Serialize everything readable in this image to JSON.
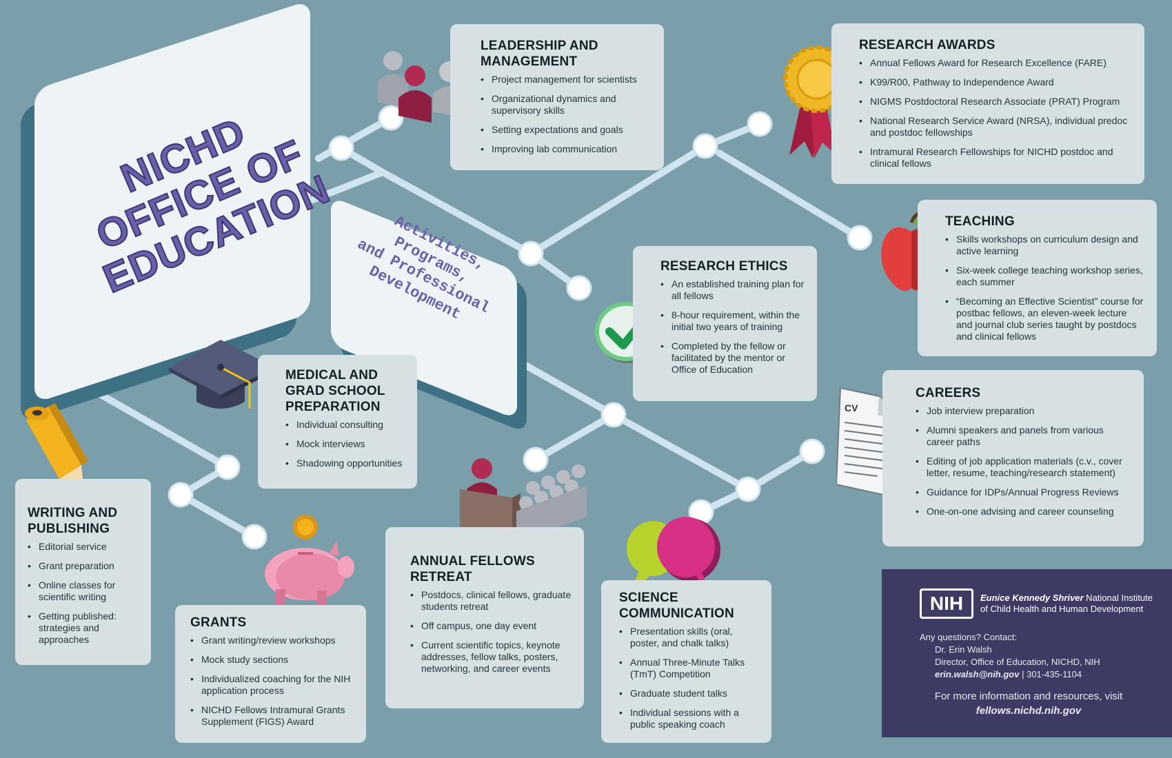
{
  "main_title": [
    "NICHD",
    "OFFICE OF",
    "EDUCATION"
  ],
  "subtitle": [
    "Activities, Programs,",
    "and Professional",
    "Development"
  ],
  "leadership": {
    "title": "LEADERSHIP AND MANAGEMENT",
    "items": [
      "Project management for scientists",
      "Organizational dynamics and supervisory skills",
      "Setting expectations and goals",
      "Improving lab communication"
    ]
  },
  "research_awards": {
    "title": "RESEARCH AWARDS",
    "items": [
      "Annual Fellows Award for Research Excellence (FARE)",
      "K99/R00, Pathway to Independence Award",
      "NIGMS Postdoctoral Research Associate (PRAT) Program",
      "National Research Service Award (NRSA), individual predoc and postdoc fellowships",
      "Intramural Research Fellowships for NICHD postdoc and clinical fellows"
    ]
  },
  "teaching": {
    "title": "TEACHING",
    "items": [
      "Skills workshops on curriculum design and active learning",
      "Six-week college teaching workshop series, each summer",
      "“Becoming an Effective Scientist” course for postbac fellows, an eleven-week lecture and journal club series taught by postdocs and clinical fellows"
    ]
  },
  "research_ethics": {
    "title": "RESEARCH ETHICS",
    "items": [
      "An established training plan for all fellows",
      "8-hour requirement, within the initial two years of training",
      "Completed by the fellow or facilitated by the mentor or Office of Education"
    ]
  },
  "medical": {
    "title": "MEDICAL AND GRAD SCHOOL PREPARATION",
    "items": [
      "Individual consulting",
      "Mock interviews",
      "Shadowing opportunities"
    ]
  },
  "careers": {
    "title": "CAREERS",
    "cv_label": "CV",
    "items": [
      "Job interview preparation",
      "Alumni speakers and panels from various career paths",
      "Editing of job application materials (c.v., cover letter, resume, teaching/research statement)",
      "Guidance for IDPs/Annual Progress Reviews",
      "One-on-one advising and career counseling"
    ]
  },
  "writing": {
    "title": "WRITING AND PUBLISHING",
    "items": [
      "Editorial service",
      "Grant preparation",
      "Online classes for scientific writing",
      "Getting published: strategies and approaches"
    ]
  },
  "grants": {
    "title": "GRANTS",
    "items": [
      "Grant writing/review workshops",
      "Mock study sections",
      "Individualized coaching for the NIH application process",
      "NICHD Fellows Intramural Grants Supplement (FIGS) Award"
    ]
  },
  "retreat": {
    "title": "ANNUAL FELLOWS RETREAT",
    "items": [
      "Postdocs, clinical fellows, graduate students retreat",
      "Off campus, one day event",
      "Current scientific topics, keynote addresses, fellow talks, posters, networking, and career events"
    ]
  },
  "scicomm": {
    "title": "SCIENCE COMMUNICATION",
    "items": [
      "Presentation skills (oral, poster, and chalk talks)",
      "Annual Three-Minute Talks (TmT) Competition",
      "Graduate student talks",
      "Individual sessions with a public speaking coach"
    ]
  },
  "nih": {
    "logo": "NIH",
    "institute_italic": "Eunice Kennedy Shriver",
    "institute_rest": " National Institute",
    "institute_line2": "of Child Health and Human Development",
    "contact_intro": "Any questions? Contact:",
    "contact_name": "Dr. Erin Walsh",
    "contact_role": "Director, Office of Education, NICHD, NIH",
    "contact_email": "erin.walsh@nih.gov",
    "contact_sep": " | ",
    "contact_phone": "301-435-1104",
    "more_info": "For more information and resources, visit",
    "url": "fellows.nichd.nih.gov"
  },
  "colors": {
    "background": "#7b9eab",
    "card": "#d7e1e4",
    "connector": "#cfe4ee",
    "title_purple": "#6a5fa9",
    "nih_panel": "#3d3a63"
  }
}
